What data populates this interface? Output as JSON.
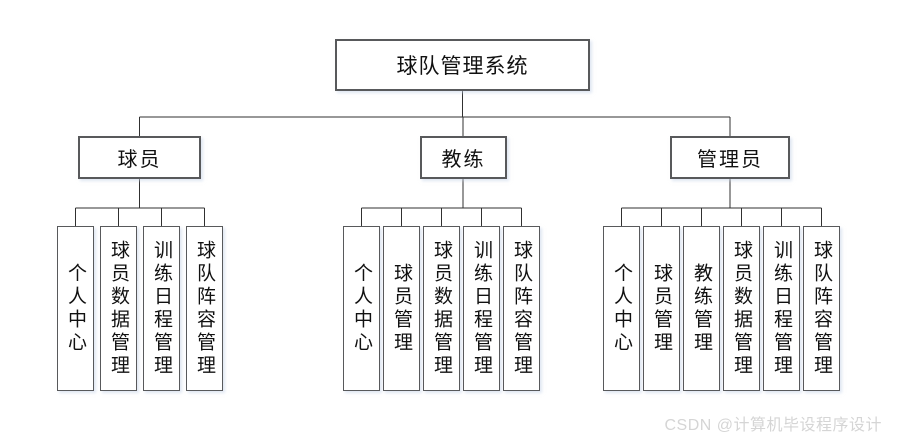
{
  "tree": {
    "root_label": "球队管理系统",
    "branches": [
      {
        "label": "球员",
        "children": [
          "个人中心",
          "球员数据管理",
          "训练日程管理",
          "球队阵容管理"
        ]
      },
      {
        "label": "教练",
        "children": [
          "个人中心",
          "球员管理",
          "球员数据管理",
          "训练日程管理",
          "球队阵容管理"
        ]
      },
      {
        "label": "管理员",
        "children": [
          "个人中心",
          "球员管理",
          "教练管理",
          "球员数据管理",
          "训练日程管理",
          "球队阵容管理"
        ]
      }
    ]
  },
  "watermark": {
    "text": "CSDN @计算机毕设程序设计",
    "color": "#d5d5d5"
  },
  "colors": {
    "background": "#ffffff",
    "box_border": "#58595b",
    "connector_line": "#303030",
    "text": "#111111"
  }
}
